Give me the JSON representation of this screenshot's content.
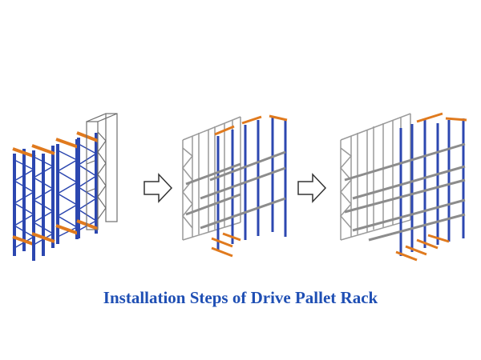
{
  "caption": "Installation Steps of Drive Pallet Rack",
  "colors": {
    "upright_blue": "#2c47b0",
    "beam_orange": "#e07a1e",
    "frame_gray": "#9a9a9a",
    "outline_gray": "#6e6e6e",
    "rail_gray": "#8c8c8c",
    "caption_blue": "#1f4fb4"
  },
  "icons": [
    "arrow-right-icon",
    "arrow-right-icon"
  ],
  "steps": [
    {
      "name": "step-1-frames"
    },
    {
      "name": "step-2-rails"
    },
    {
      "name": "step-3-complete"
    }
  ]
}
